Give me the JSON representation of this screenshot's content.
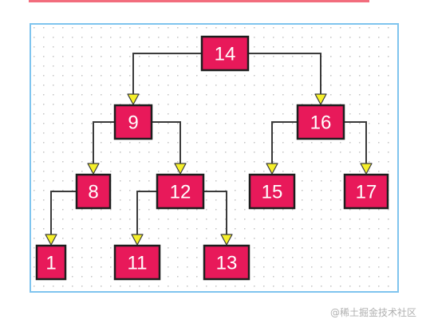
{
  "tree": {
    "nodes": [
      {
        "id": "14",
        "label": "14"
      },
      {
        "id": "9",
        "label": "9"
      },
      {
        "id": "16",
        "label": "16"
      },
      {
        "id": "8",
        "label": "8"
      },
      {
        "id": "12",
        "label": "12"
      },
      {
        "id": "15",
        "label": "15"
      },
      {
        "id": "17",
        "label": "17"
      },
      {
        "id": "1",
        "label": "1"
      },
      {
        "id": "11",
        "label": "11"
      },
      {
        "id": "13",
        "label": "13"
      }
    ],
    "edges": [
      {
        "from": "14",
        "to": "9"
      },
      {
        "from": "14",
        "to": "16"
      },
      {
        "from": "9",
        "to": "8"
      },
      {
        "from": "9",
        "to": "12"
      },
      {
        "from": "16",
        "to": "15"
      },
      {
        "from": "16",
        "to": "17"
      },
      {
        "from": "8",
        "to": "1"
      },
      {
        "from": "12",
        "to": "11"
      },
      {
        "from": "12",
        "to": "13"
      }
    ]
  },
  "colors": {
    "node_fill": "#e8195a",
    "node_border": "#1e1e1e",
    "node_text": "#ffffff",
    "arrow_fill": "#f5ef2a",
    "edge": "#3a3a3a",
    "frame_border": "#7fc4ee",
    "grid_dot": "#b9b9b9",
    "top_bar": "#f26d7d"
  },
  "watermark": "@稀土掘金技术社区"
}
